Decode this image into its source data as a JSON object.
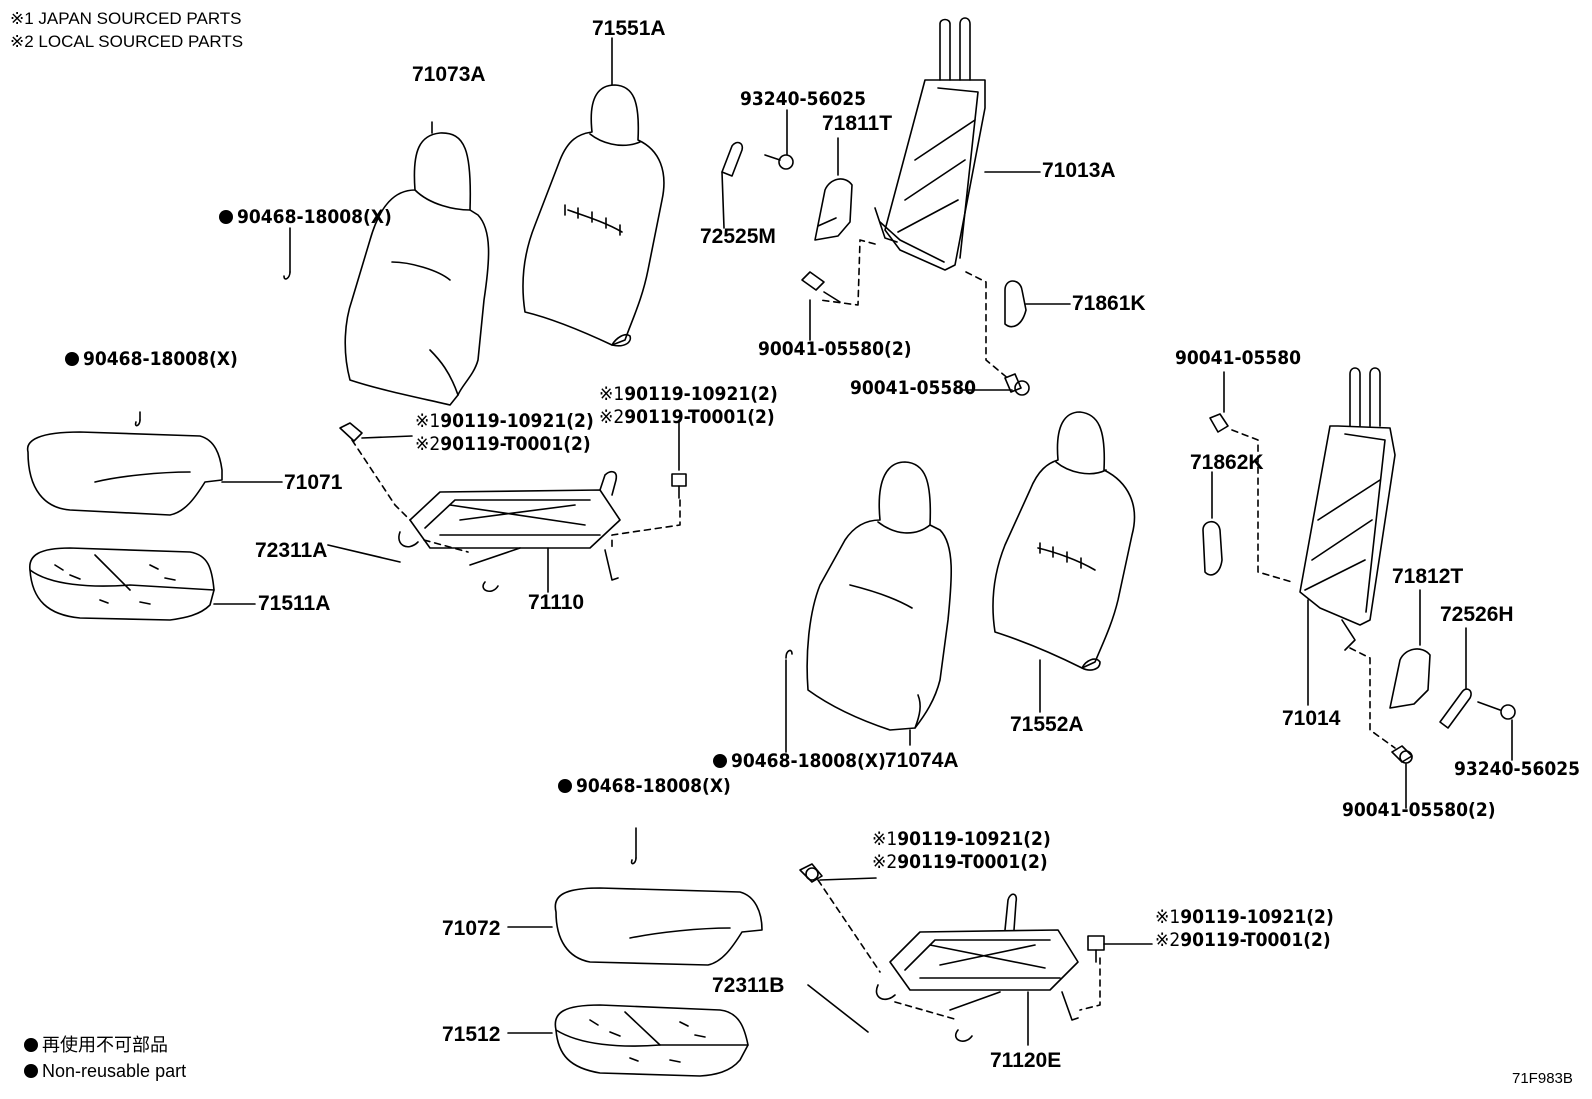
{
  "notes": {
    "japan": "※1 JAPAN SOURCED PARTS",
    "local": "※2 LOCAL SOURCED PARTS"
  },
  "legend": {
    "jp": "再使用不可部品",
    "en": "Non-reusable part"
  },
  "diagram_code": "71F983B",
  "parts": {
    "p71551A": "71551A",
    "p71073A": "71073A",
    "p93240_top": "93240-56025",
    "p71811T": "71811T",
    "p71013A": "71013A",
    "p72525M": "72525M",
    "p90468_a": "90468-18008(X)",
    "p71861K": "71861K",
    "p90041_2a": "90041-05580(2)",
    "p90041_single_a": "90041-05580",
    "p90468_b": "90468-18008(X)",
    "p90041_single_b": "90041-05580",
    "p90119_1a": "90119-10921(2)",
    "p90119_2a": "90119-T0001(2)",
    "p90119_1b": "90119-10921(2)",
    "p90119_2b": "90119-T0001(2)",
    "p71071": "71071",
    "p71862K": "71862K",
    "p72311A": "72311A",
    "p71110": "71110",
    "p71511A": "71511A",
    "p71812T": "71812T",
    "p72526H": "72526H",
    "p71014": "71014",
    "p71552A": "71552A",
    "p90468_c": "90468-18008(X)",
    "p71074A": "71074A",
    "p93240_bottom": "93240-56025",
    "p90468_d": "90468-18008(X)",
    "p90041_2b": "90041-05580(2)",
    "p90119_1c": "90119-10921(2)",
    "p90119_2c": "90119-T0001(2)",
    "p71072": "71072",
    "p90119_1d": "90119-10921(2)",
    "p90119_2d": "90119-T0001(2)",
    "p72311B": "72311B",
    "p71512": "71512",
    "p71120E": "71120E"
  },
  "marks": {
    "m1": "※1",
    "m2": "※2"
  }
}
